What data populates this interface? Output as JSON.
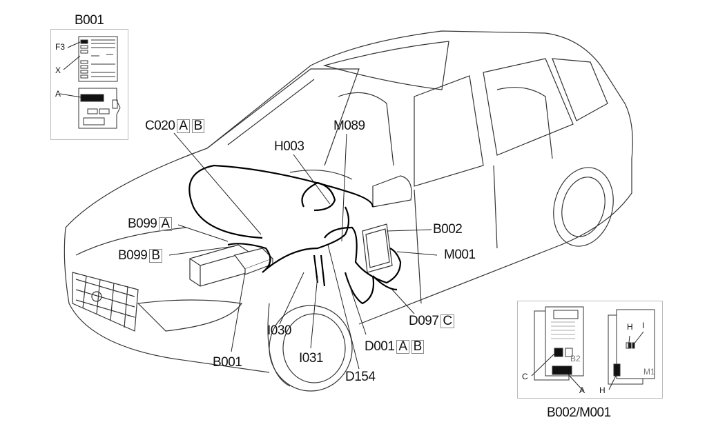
{
  "insets": {
    "b001": {
      "title": "B001",
      "labels": {
        "f3": "F3",
        "x": "X",
        "a": "A"
      }
    },
    "b002_m001": {
      "title": "B002/M001",
      "labels": {
        "c": "C",
        "a": "A",
        "h1": "H",
        "h2": "H",
        "i": "I",
        "b2": "B2",
        "m1": "M1"
      }
    }
  },
  "components": [
    {
      "id": "C020",
      "connectors": [
        "A",
        "B"
      ]
    },
    {
      "id": "H003",
      "connectors": []
    },
    {
      "id": "M089",
      "connectors": []
    },
    {
      "id": "B099",
      "connectors": [
        "A"
      ]
    },
    {
      "id": "B099",
      "connectors": [
        "B"
      ]
    },
    {
      "id": "B002",
      "connectors": []
    },
    {
      "id": "M001",
      "connectors": []
    },
    {
      "id": "D097",
      "connectors": [
        "C"
      ]
    },
    {
      "id": "D001",
      "connectors": [
        "A",
        "B"
      ]
    },
    {
      "id": "I030",
      "connectors": []
    },
    {
      "id": "I031",
      "connectors": []
    },
    {
      "id": "B001",
      "connectors": []
    },
    {
      "id": "D154",
      "connectors": []
    }
  ]
}
